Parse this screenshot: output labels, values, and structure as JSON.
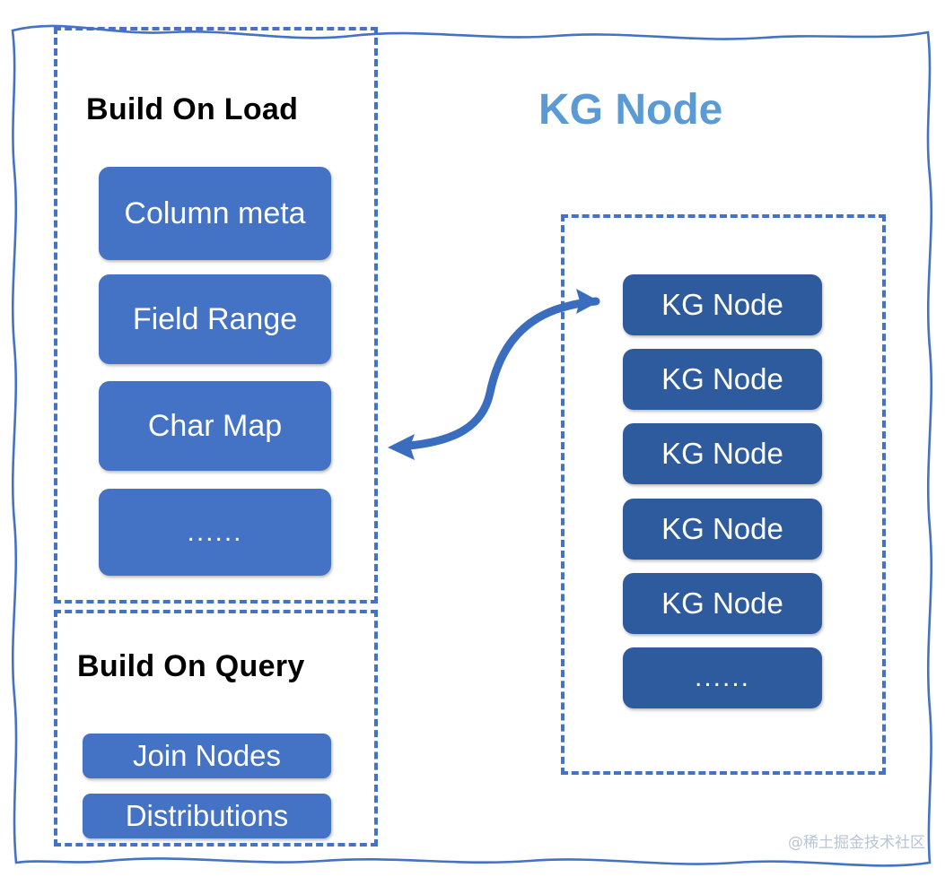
{
  "diagram": {
    "title_right": "KG Node",
    "watermark": "@稀土掘金技术社区",
    "colors": {
      "frame_line": "#4472c4",
      "dashed_border": "#4472c4",
      "light_box": "#4472c4",
      "dark_box": "#2e5b9e",
      "title_blue": "#5b9bd5",
      "title_black": "#000000",
      "box_text": "#ffffff",
      "watermark": "#b9c4d4",
      "background": "#ffffff"
    },
    "build_on_load": {
      "title": "Build On Load",
      "items": [
        {
          "label": "Column meta"
        },
        {
          "label": "Field Range"
        },
        {
          "label": "Char Map"
        },
        {
          "label": "......"
        }
      ]
    },
    "build_on_query": {
      "title": "Build On Query",
      "items": [
        {
          "label": "Join Nodes"
        },
        {
          "label": "Distributions"
        }
      ]
    },
    "kg_node_group": {
      "items": [
        {
          "label": "KG Node"
        },
        {
          "label": "KG Node"
        },
        {
          "label": "KG Node"
        },
        {
          "label": "KG Node"
        },
        {
          "label": "KG Node"
        },
        {
          "label": "......"
        }
      ]
    },
    "connector": {
      "name": "bidirectional-arrow",
      "from": "build-on-load-group",
      "to": "kg-node-group"
    }
  }
}
